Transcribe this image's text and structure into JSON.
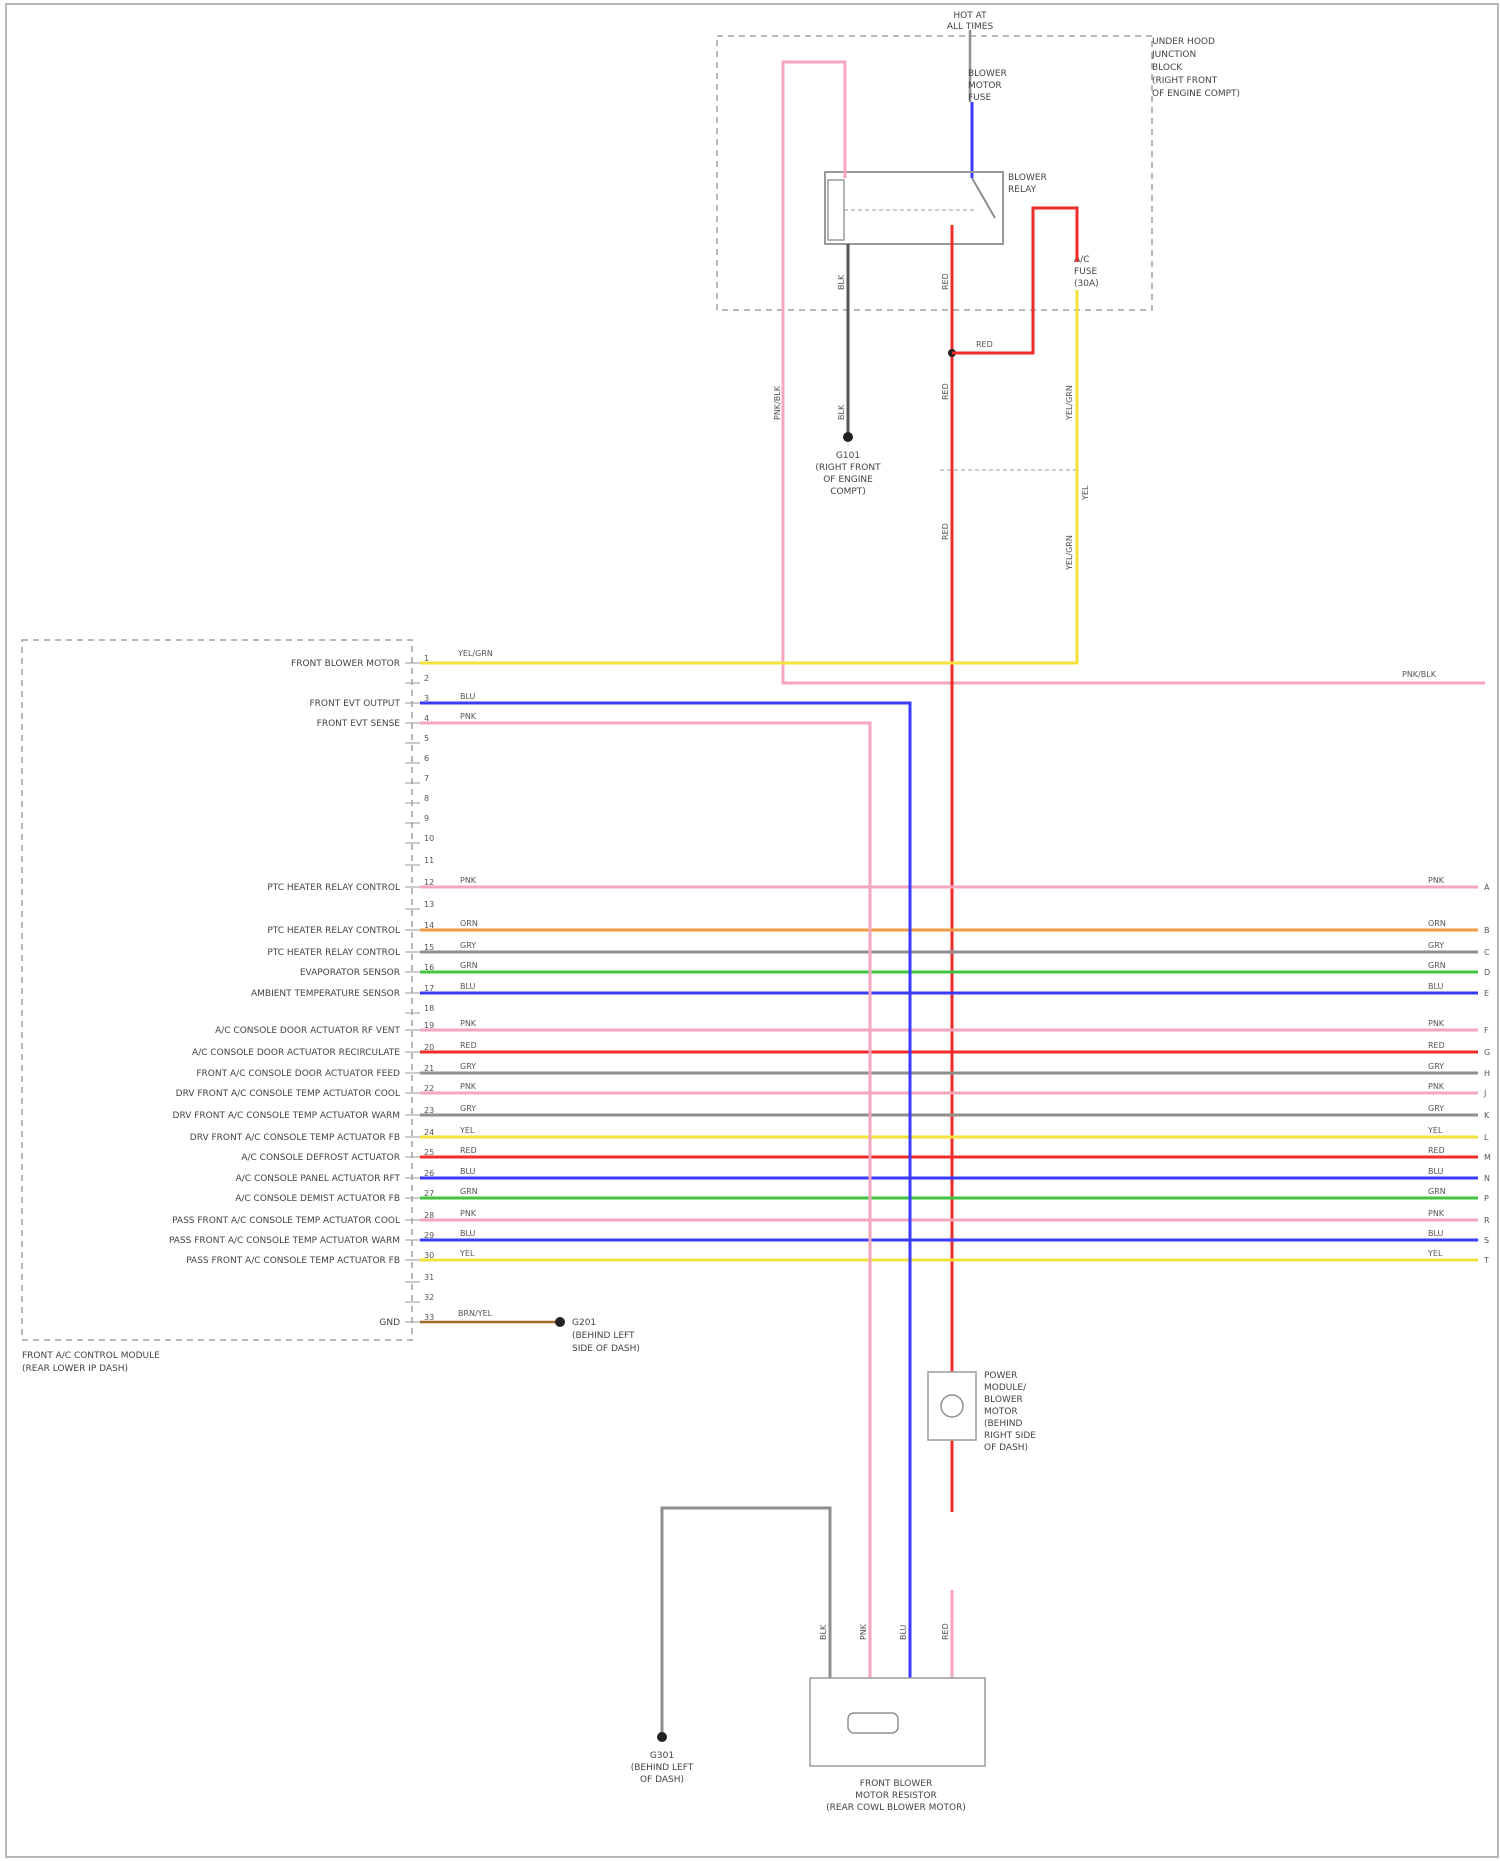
{
  "colors": {
    "pink": "#f4a6bd",
    "red": "#ef2b2b",
    "blue": "#3b3bff",
    "yellow": "#f2e23a",
    "orange": "#f39a44",
    "gray": "#8f8f8f",
    "green": "#3fc43f",
    "brown": "#a0662a",
    "darkgray": "#555555",
    "frame": "#9a9a9a"
  },
  "figure_code": "",
  "module": {
    "name_lines": [
      "FRONT A/C CONTROL MODULE",
      "(REAR LOWER IP DASH)"
    ],
    "pins": [
      {
        "label": "FRONT BLOWER MOTOR",
        "wire": "yellow",
        "code": "YEL/GRN",
        "right": false
      },
      {
        "label": "FRONT EVT OUTPUT",
        "wire": "blue",
        "code": "BLU",
        "right": false
      },
      {
        "label": "FRONT EVT SENSE",
        "wire": "pink",
        "code": "PNK",
        "right": false
      },
      {
        "label": "PTC HEATER RELAY CONTROL",
        "wire": "pink",
        "code": "PNK",
        "right": true,
        "pin_out": "A"
      },
      {
        "label": "PTC HEATER RELAY CONTROL",
        "wire": "orange",
        "code": "ORN",
        "right": true,
        "pin_out": "B"
      },
      {
        "label": "PTC HEATER RELAY CONTROL",
        "wire": "gray",
        "code": "GRY",
        "right": true,
        "pin_out": "C"
      },
      {
        "label": "EVAPORATOR SENSOR",
        "wire": "green",
        "code": "GRN",
        "right": true,
        "pin_out": "D"
      },
      {
        "label": "AMBIENT TEMPERATURE SENSOR",
        "wire": "blue",
        "code": "BLU",
        "right": true,
        "pin_out": "E"
      },
      {
        "label": "A/C CONSOLE DOOR ACTUATOR RF VENT",
        "wire": "pink",
        "code": "PNK",
        "right": true,
        "pin_out": "F"
      },
      {
        "label": "A/C CONSOLE DOOR ACTUATOR RECIRCULATE",
        "wire": "red",
        "code": "RED",
        "right": true,
        "pin_out": "G"
      },
      {
        "label": "FRONT A/C CONSOLE DOOR ACTUATOR FEED",
        "wire": "gray",
        "code": "GRY",
        "right": true,
        "pin_out": "H"
      },
      {
        "label": "DRV FRONT A/C CONSOLE TEMP ACTUATOR COOL",
        "wire": "pink",
        "code": "PNK",
        "right": true,
        "pin_out": "J"
      },
      {
        "label": "DRV FRONT A/C CONSOLE TEMP ACTUATOR WARM",
        "wire": "gray",
        "code": "GRY",
        "right": true,
        "pin_out": "K"
      },
      {
        "label": "DRV FRONT A/C CONSOLE TEMP ACTUATOR FB",
        "wire": "yellow",
        "code": "YEL",
        "right": true,
        "pin_out": "L"
      },
      {
        "label": "A/C CONSOLE DEFROST ACTUATOR",
        "wire": "red",
        "code": "RED",
        "right": true,
        "pin_out": "M"
      },
      {
        "label": "A/C CONSOLE PANEL ACTUATOR RFT",
        "wire": "blue",
        "code": "BLU",
        "right": true,
        "pin_out": "N"
      },
      {
        "label": "A/C CONSOLE DEMIST ACTUATOR FB",
        "wire": "green",
        "code": "GRN",
        "right": true,
        "pin_out": "P"
      },
      {
        "label": "PASS FRONT A/C CONSOLE TEMP ACTUATOR COOL",
        "wire": "pink",
        "code": "PNK",
        "right": true,
        "pin_out": "R"
      },
      {
        "label": "PASS FRONT A/C CONSOLE TEMP ACTUATOR WARM",
        "wire": "blue",
        "code": "BLU",
        "right": true,
        "pin_out": "S"
      },
      {
        "label": "PASS FRONT A/C CONSOLE TEMP ACTUATOR FB",
        "wire": "yellow",
        "code": "YEL",
        "right": true,
        "pin_out": "T"
      },
      {
        "label": "GND",
        "wire": "brown",
        "code": "BRN/YEL",
        "right": false
      }
    ],
    "ground_label_lines": [
      "G201",
      "(BEHIND LEFT",
      "SIDE OF DASH)"
    ]
  },
  "underhood": {
    "name_lines": [
      "UNDER HOOD",
      "JUNCTION",
      "BLOCK",
      "(RIGHT FRONT",
      "OF ENGINE COMPT)"
    ],
    "top_label_lines": [
      "HOT AT",
      "ALL TIMES"
    ],
    "fuse1_lines": [
      "BLOWER",
      "MOTOR",
      "FUSE"
    ],
    "relay_lines": [
      "BLOWER",
      "RELAY"
    ],
    "fuse2_lines": [
      "A/C",
      "FUSE",
      "(30A)"
    ],
    "ground_lines": [
      "G101",
      "(RIGHT FRONT",
      "OF ENGINE",
      "COMPT)"
    ]
  },
  "wires": {
    "pink_top": "PNK/BLK",
    "dk_a": "BLK",
    "dk_b": "BLK",
    "red_a": "RED",
    "red_b": "RED",
    "red_c": "RED",
    "red_d": "RED",
    "yellow_top": "YEL/GRN",
    "yellow_a": "YEL/GRN",
    "yellow_b": "YEL",
    "pink_right": "PNK/BLK",
    "pink_mod_l": "PNK",
    "pink_mod_r": "PNK"
  },
  "resistor": {
    "name_lines": [
      "POWER",
      "MODULE/",
      "BLOWER",
      "MOTOR",
      "(BEHIND",
      "RIGHT SIDE",
      "OF DASH)"
    ]
  },
  "blower": {
    "name_lines": [
      "FRONT BLOWER",
      "MOTOR RESISTOR",
      "(REAR COWL BLOWER MOTOR)"
    ],
    "pin_codes": [
      "BLK",
      "PNK",
      "BLU",
      "RED"
    ],
    "ground_lines": [
      "G301",
      "(BEHIND LEFT",
      "OF DASH)"
    ]
  }
}
